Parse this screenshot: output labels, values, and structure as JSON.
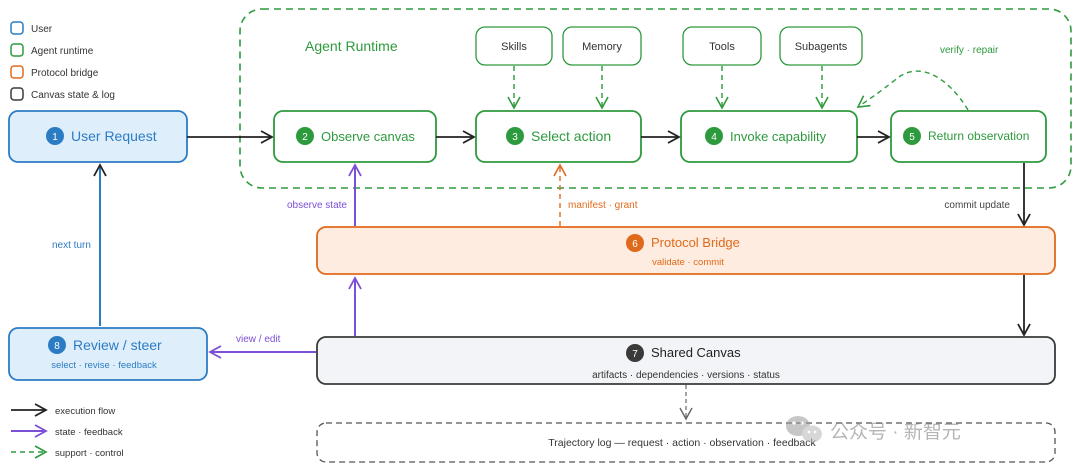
{
  "legend": {
    "user": "User",
    "runtime": "Agent runtime",
    "bridge": "Protocol bridge",
    "canvas": "Canvas state & log",
    "execution": "execution flow",
    "state": "state · feedback",
    "support": "support · control"
  },
  "runtime": {
    "title": "Agent Runtime",
    "resources": [
      "Skills",
      "Memory",
      "Tools",
      "Subagents"
    ],
    "verify": "verify · repair",
    "commit": "commit update"
  },
  "nodes": {
    "user_request": {
      "num": "1",
      "label": "User Request"
    },
    "observe": {
      "num": "2",
      "label": "Observe canvas"
    },
    "select": {
      "num": "3",
      "label": "Select action"
    },
    "invoke": {
      "num": "4",
      "label": "Invoke capability"
    },
    "return_obs": {
      "num": "5",
      "label": "Return observation"
    },
    "bridge": {
      "num": "6",
      "label": "Protocol Bridge",
      "sub": "validate · commit"
    },
    "canvas": {
      "num": "7",
      "label": "Shared Canvas",
      "sub": "artifacts · dependencies · versions · status"
    },
    "review": {
      "num": "8",
      "label": "Review / steer",
      "sub": "select · revise · feedback"
    }
  },
  "edges": {
    "observe_state": "observe state",
    "manifest": "manifest · grant",
    "next_turn": "next turn",
    "view_edit": "view / edit"
  },
  "log": {
    "label": "Trajectory log — request · action · observation · feedback"
  },
  "watermark": "公众号 · 新智元",
  "colors": {
    "user": "#2c7cc4",
    "runtime": "#2e9a3e",
    "bridge": "#e06a1b",
    "canvas": "#3a3a3a",
    "state": "#7b4fd6"
  }
}
